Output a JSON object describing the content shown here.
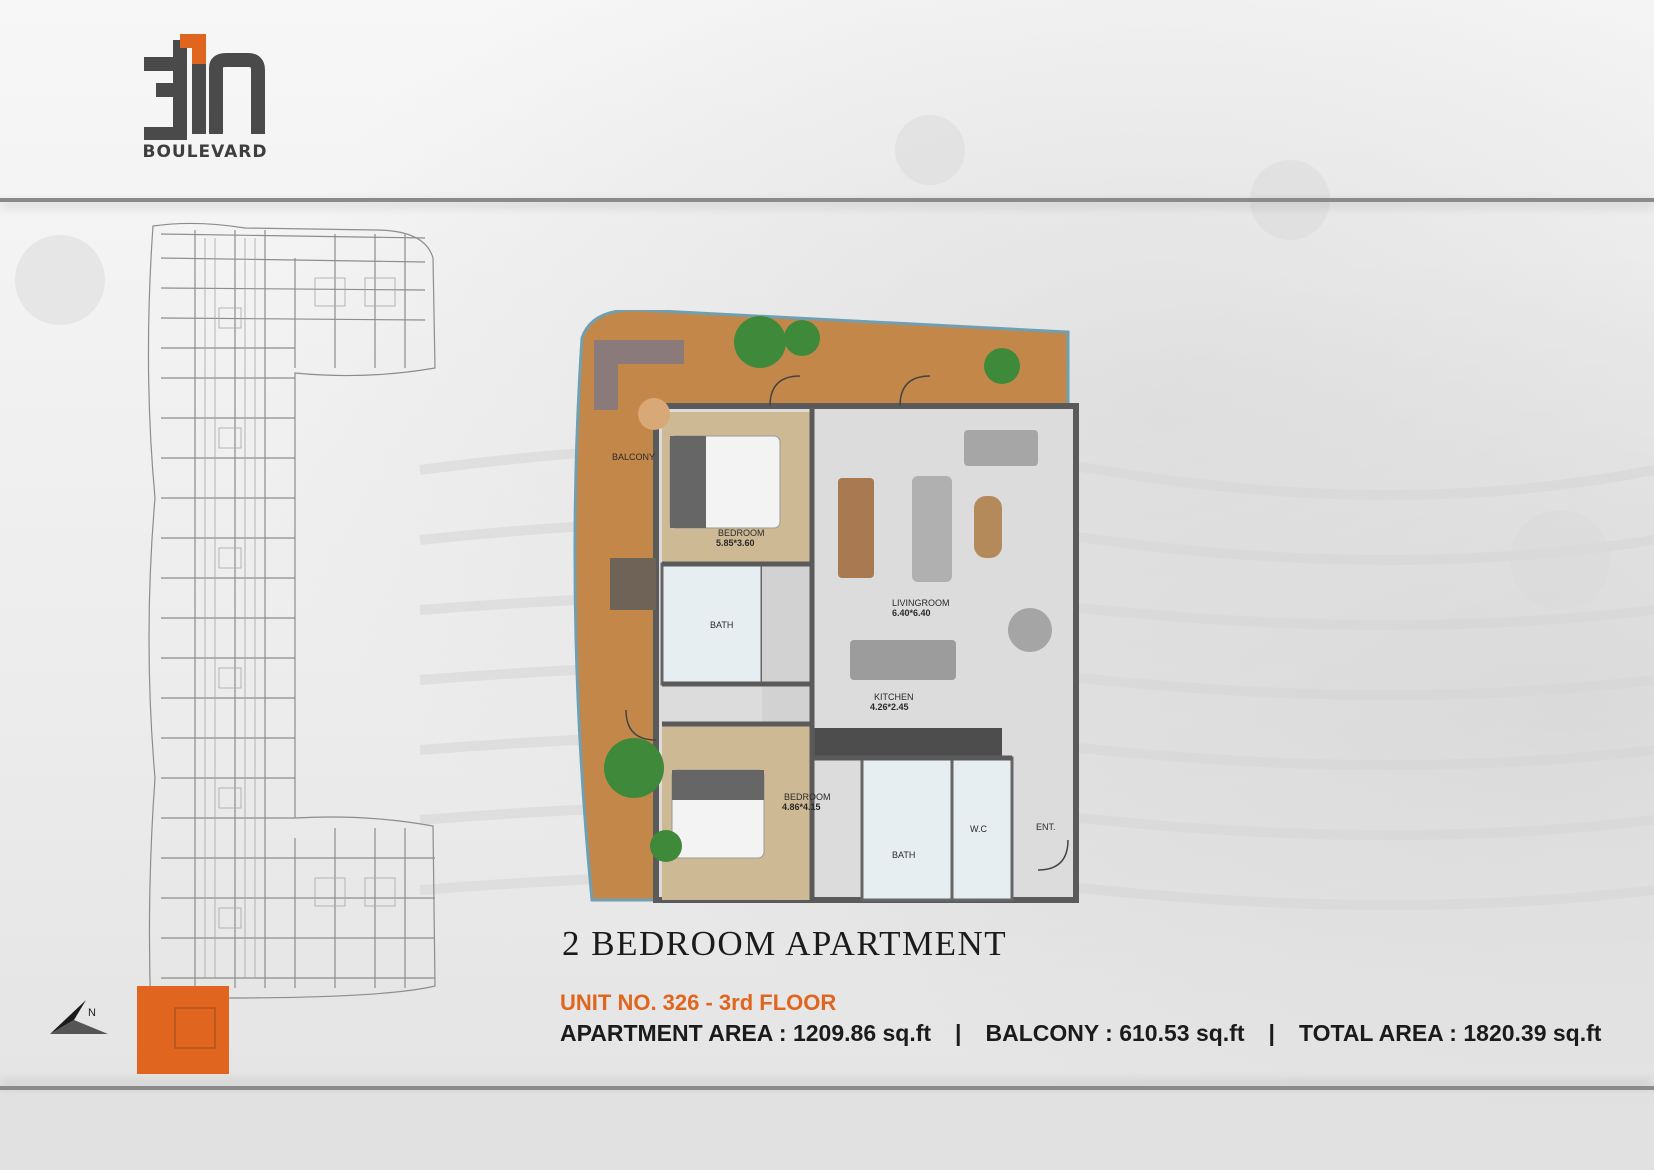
{
  "logo": {
    "mark": "311",
    "name": "BOULEVARD"
  },
  "plan_labels": {
    "balcony": "BALCONY",
    "bedroom1": "BEDROOM",
    "bedroom1_size": "5.85*3.60",
    "bath1": "BATH",
    "livingroom": "LIVINGROOM",
    "livingroom_size": "6.40*6.40",
    "kitchen": "KITCHEN",
    "kitchen_size": "4.26*2.45",
    "bedroom2": "BEDROOM",
    "bedroom2_size": "4.86*4.15",
    "bath2": "BATH",
    "wc": "W.C",
    "entrance": "ENT."
  },
  "compass_label": "N",
  "title": "2  BEDROOM  APARTMENT",
  "unit": "UNIT NO. 326 - 3rd FLOOR",
  "areas": {
    "apartment": "APARTMENT AREA : 1209.86 sq.ft",
    "separator": "|",
    "balcony": "BALCONY : 610.53 sq.ft",
    "total": "TOTAL AREA : 1820.39 sq.ft"
  },
  "colors": {
    "accent": "#e0651f",
    "deck": "#c4874a",
    "floor": "#d9d9d9",
    "wood": "#cdb994"
  }
}
